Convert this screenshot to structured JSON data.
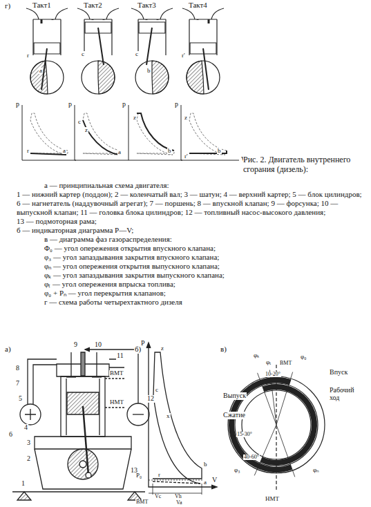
{
  "diagram": {
    "caption": "Рис. 2. Двигатель внутреннего сгорания (дизель):",
    "labels": [
      "г)",
      "Такт1",
      "Такт2",
      "Такт3",
      "Такт4",
      "r",
      "a",
      "c",
      "c",
      "b",
      "r'",
      "p",
      "r",
      "a",
      "p",
      "c",
      "z",
      "a",
      "p",
      "z",
      "b",
      "p",
      "z",
      "r'",
      "b",
      "V",
      "а — принципиальная схема двигателя:",
      "1 — нижний картер (поддон); 2 — коленчатый вал; 3 — шатун; 4 — верхний картер; 5 — блок цилиндров; 6 — нагнетатель (наддувочный агрегат); 7 — поршень; 8 — впускной клапан; 9 — форсунка; 10 — выпускной клапан; 11 — головка блока цилиндров; 12 — топливный насос-высокого давления;",
      "13 — подмоторная рама;",
      "б — индикаторная диаграмма P—V;",
      "в — диаграмма фаз газораспределения:",
      "Φ₀ — угол опережения открытия впускного клапана;",
      "φ₃ — угол запаздывания закрытия впускного клапана;",
      "φₙ — угол опережения открытия выпускного клапана;",
      "φₖ — угол запаздывания закрытия выпускного клапана;",
      "φₜ — угол опережения впрыска топлива;",
      "φ₀ + Pₙ — угол перекрытия клапанов;",
      "г — схема работы четырехтактного дизеля",
      "а)",
      "8",
      "7",
      "5",
      "6",
      "4",
      "3",
      "2",
      "1",
      "9",
      "10",
      "11",
      "ВМТ",
      "НМТ",
      "12",
      "13",
      "б)",
      "P",
      "z",
      "c",
      "x",
      "b",
      "P₀",
      "r",
      "a",
      "V",
      "Vc",
      "Vh",
      "Va",
      "ВМТ",
      "в)",
      "φₖ",
      "φₜ",
      "ВМТ",
      "φ₀",
      "Впуск",
      "Выпуск",
      "Сжатие",
      "Рабочий ход",
      "φ₃",
      "φₙ",
      "10-20°",
      "15-30°",
      "40-60°",
      "НМТ"
    ]
  }
}
